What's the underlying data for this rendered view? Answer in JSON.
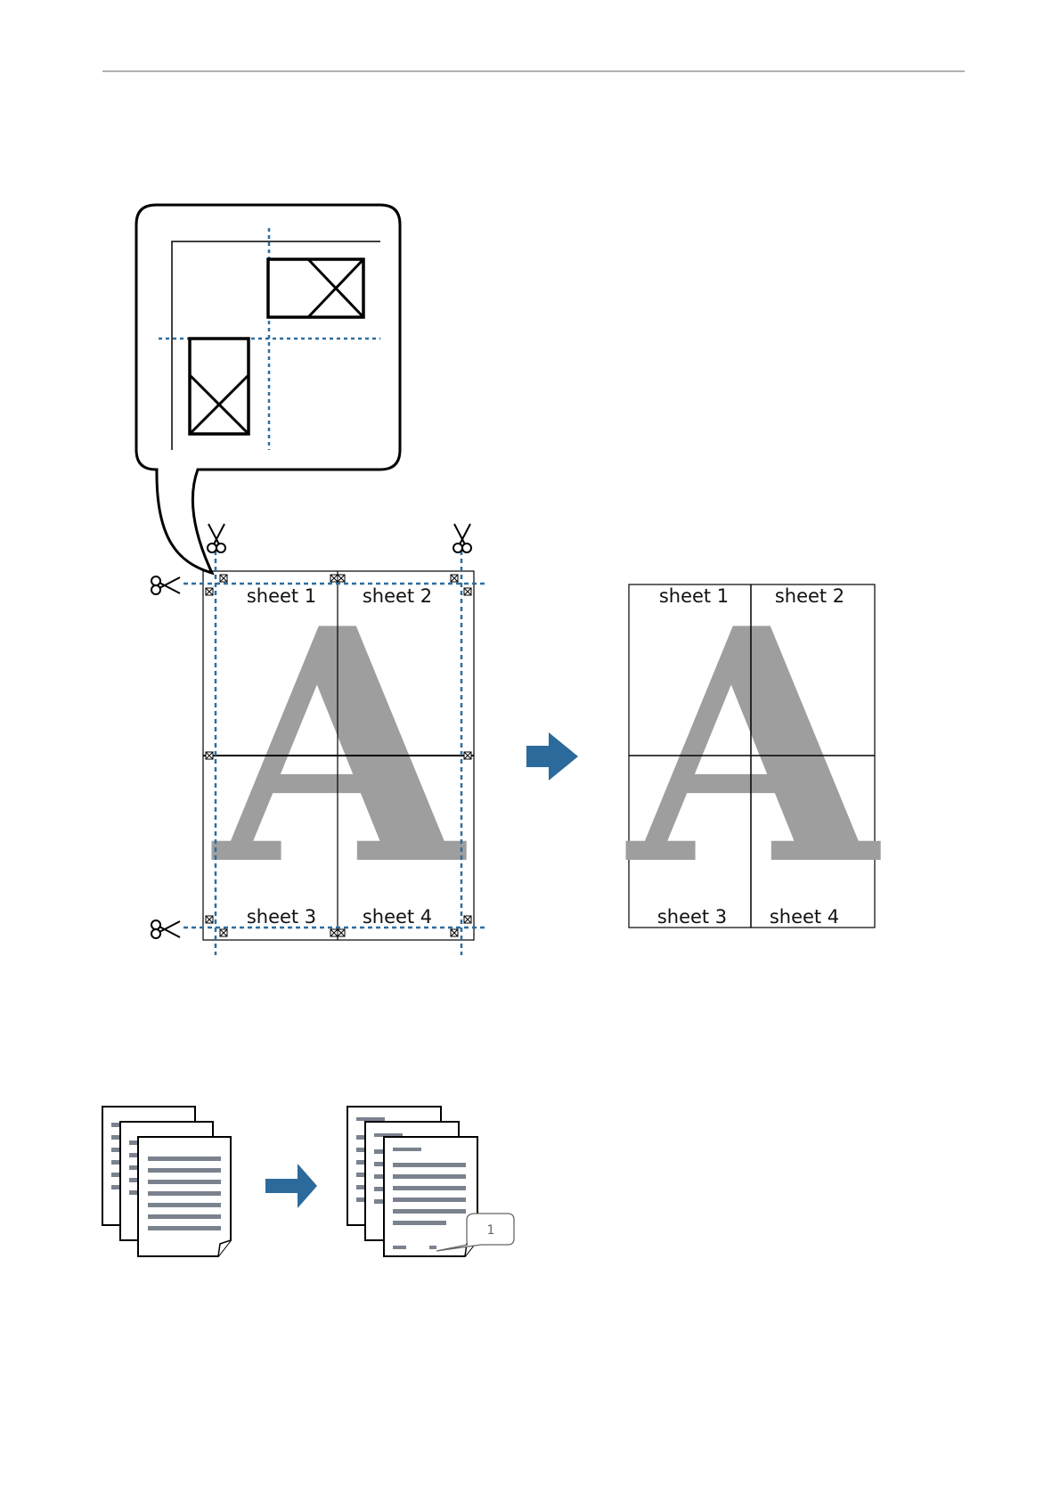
{
  "colors": {
    "guide_blue": "#2d6e9f",
    "arrow_blue": "#2c6a9b",
    "letter_gray": "#9e9e9e",
    "text_line_gray": "#7a828e"
  },
  "poster_figure": {
    "watermark_letter": "A",
    "cut_sheet_labels": [
      "sheet 1",
      "sheet 2",
      "sheet 3",
      "sheet 4"
    ],
    "assembled_labels": [
      "sheet 1",
      "sheet 2",
      "sheet 3",
      "sheet 4"
    ],
    "icons": [
      "scissors-icon",
      "scissors-icon",
      "scissors-icon",
      "scissors-icon",
      "right-arrow-icon"
    ]
  },
  "header_footer_figure": {
    "page_number_callout": "1",
    "icons": [
      "document-stack-icon",
      "right-arrow-icon",
      "numbered-document-stack-icon"
    ]
  }
}
